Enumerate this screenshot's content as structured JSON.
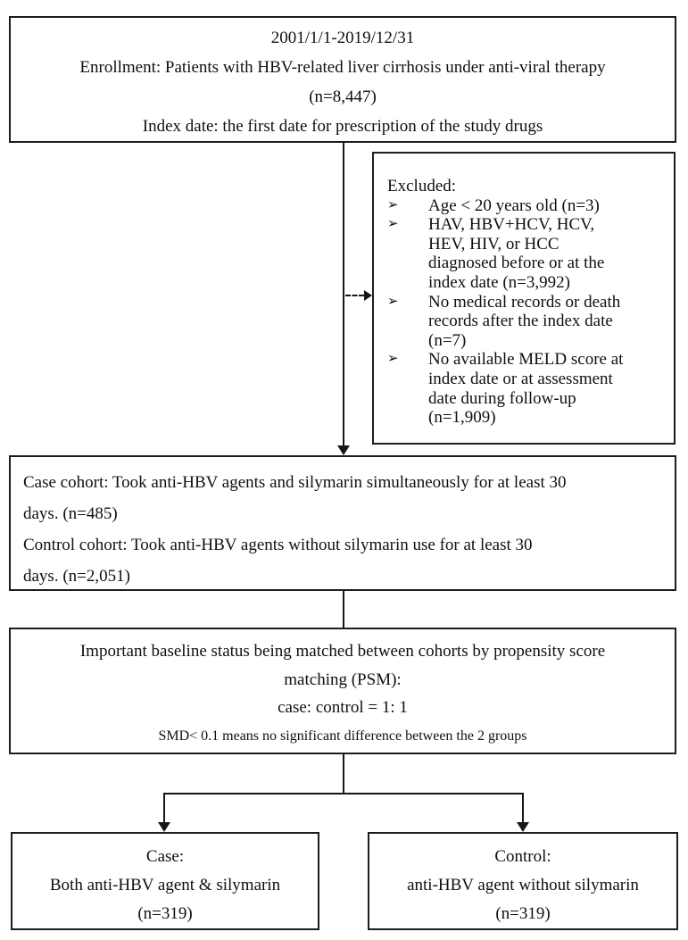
{
  "colors": {
    "background": "#ffffff",
    "border": "#1d1d1d",
    "text": "#101010",
    "line": "#161616"
  },
  "icons": {
    "bullet_glyph": "➢"
  },
  "flowchart": {
    "enrollment_box": {
      "lines": [
        "2001/1/1-2019/12/31",
        "Enrollment: Patients with HBV-related liver cirrhosis under anti-viral therapy",
        "(n=8,447)",
        "Index date: the first date for prescription of the study drugs"
      ]
    },
    "excluded_box": {
      "heading": "Excluded:",
      "items": [
        {
          "text": "Age < 20 years old (n=3)"
        },
        {
          "text": "HAV, HBV+HCV, HCV,\nHEV, HIV, or HCC\ndiagnosed before or at the\nindex date (n=3,992)"
        },
        {
          "text": "No medical records or death\nrecords after the index date\n(n=7)"
        },
        {
          "text": "No available MELD score at\nindex date or at assessment\ndate during follow-up\n(n=1,909)"
        }
      ]
    },
    "cohort_box": {
      "text": "Case cohort: Took anti-HBV agents and silymarin simultaneously for at least 30\ndays. (n=485)\nControl cohort: Took anti-HBV agents without silymarin use for at least 30\ndays. (n=2,051)"
    },
    "psm_box": {
      "lines": [
        "Important baseline status being matched between cohorts by propensity score",
        "matching (PSM):",
        "case: control = 1: 1"
      ],
      "note": "SMD< 0.1 means no significant difference between the 2 groups"
    },
    "case_box": {
      "lines": [
        "Case:",
        "Both anti-HBV agent & silymarin",
        "(n=319)"
      ]
    },
    "control_box": {
      "lines": [
        "Control:",
        "anti-HBV agent without silymarin",
        "(n=319)"
      ]
    }
  }
}
